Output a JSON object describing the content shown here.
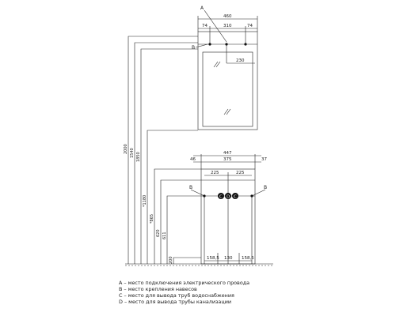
{
  "labels": {
    "A": "A",
    "B": "B",
    "C": "C",
    "D": "D"
  },
  "mirror_dims": {
    "top": "460",
    "left_gap": "74",
    "center": "310",
    "right_gap": "74",
    "drop": "230"
  },
  "cabinet_dims": {
    "top": "447",
    "left_offset": "46",
    "inner": "375",
    "right_offset": "37",
    "half_left": "225",
    "half_right": "225",
    "bottom_left": "158,5",
    "bottom_center": "130",
    "bottom_right": "158,5"
  },
  "vertical_dims": [
    "2000",
    "1540",
    "1850",
    "*1180",
    "*865",
    "620",
    "611",
    "200"
  ],
  "legend": [
    "A – место подключения электрического провода",
    "B – место крепления навесов",
    "C – место для вывода труб водоснабжения",
    "D – место для вывода трубы канализации"
  ],
  "colors": {
    "line": "#222222",
    "marker": "#111111"
  }
}
